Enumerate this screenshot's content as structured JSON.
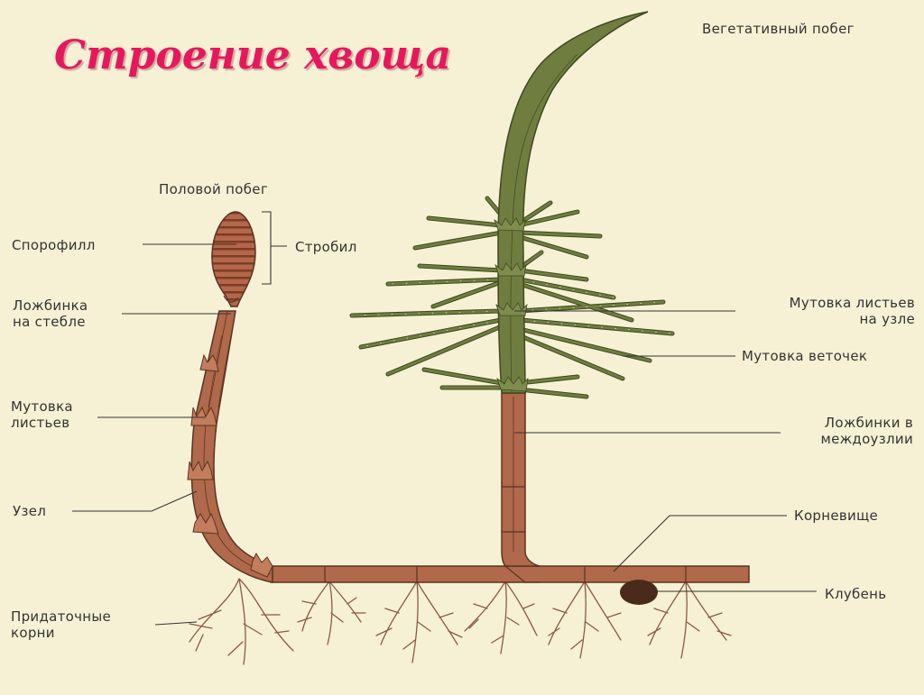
{
  "title": "Строение хвоща",
  "labels": {
    "vegetative_shoot": "Вегетативный побег",
    "sexual_shoot": "Половой побег",
    "sporophyll": "Спорофилл",
    "strobilus": "Стробил",
    "groove_stem_1": "Ложбинка",
    "groove_stem_2": "на стебле",
    "leaf_whorl_1": "Мутовка",
    "leaf_whorl_2": "листьев",
    "node": "Узел",
    "adventitious_roots_1": "Придаточные",
    "adventitious_roots_2": "корни",
    "leaf_whorl_node_1": "Мутовка листьев",
    "leaf_whorl_node_2": "на узле",
    "branch_whorl": "Мутовка веточек",
    "internode_grooves_1": "Ложбинки в",
    "internode_grooves_2": "междоузлии",
    "rhizome": "Корневище",
    "tuber": "Клубень"
  },
  "colors": {
    "background": "#f6f1d4",
    "title": "#e8175d",
    "stem_brown": "#b0694a",
    "stem_outline": "#5a3322",
    "green": "#6f7d3f",
    "green_dark": "#3f4a22",
    "branch_light": "#dfe3c8",
    "tuber": "#4a2a1a",
    "line": "#333333"
  }
}
